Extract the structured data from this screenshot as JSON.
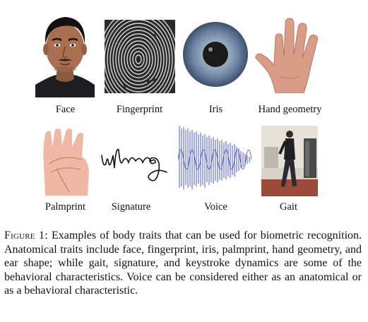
{
  "figure": {
    "panels": [
      {
        "label": "Face",
        "icon": "face-photo"
      },
      {
        "label": "Fingerprint",
        "icon": "fingerprint-image"
      },
      {
        "label": "Iris",
        "icon": "iris-image"
      },
      {
        "label": "Hand geometry",
        "icon": "hand-image"
      },
      {
        "label": "Palmprint",
        "icon": "palm-image"
      },
      {
        "label": "Signature",
        "icon": "signature-image"
      },
      {
        "label": "Voice",
        "icon": "voice-waveform"
      },
      {
        "label": "Gait",
        "icon": "walking-person-image"
      }
    ],
    "caption": {
      "prefix": "Figure 1:",
      "text": "Examples of body traits that can be used for biometric recognition. Anatomical traits include face, fingerprint, iris, palmprint, hand geometry, and ear shape; while gait, signature, and keystroke dynamics are some of the behavioral characteristics. Voice can be considered either as an anatomical or as a behavioral characteristic."
    }
  }
}
